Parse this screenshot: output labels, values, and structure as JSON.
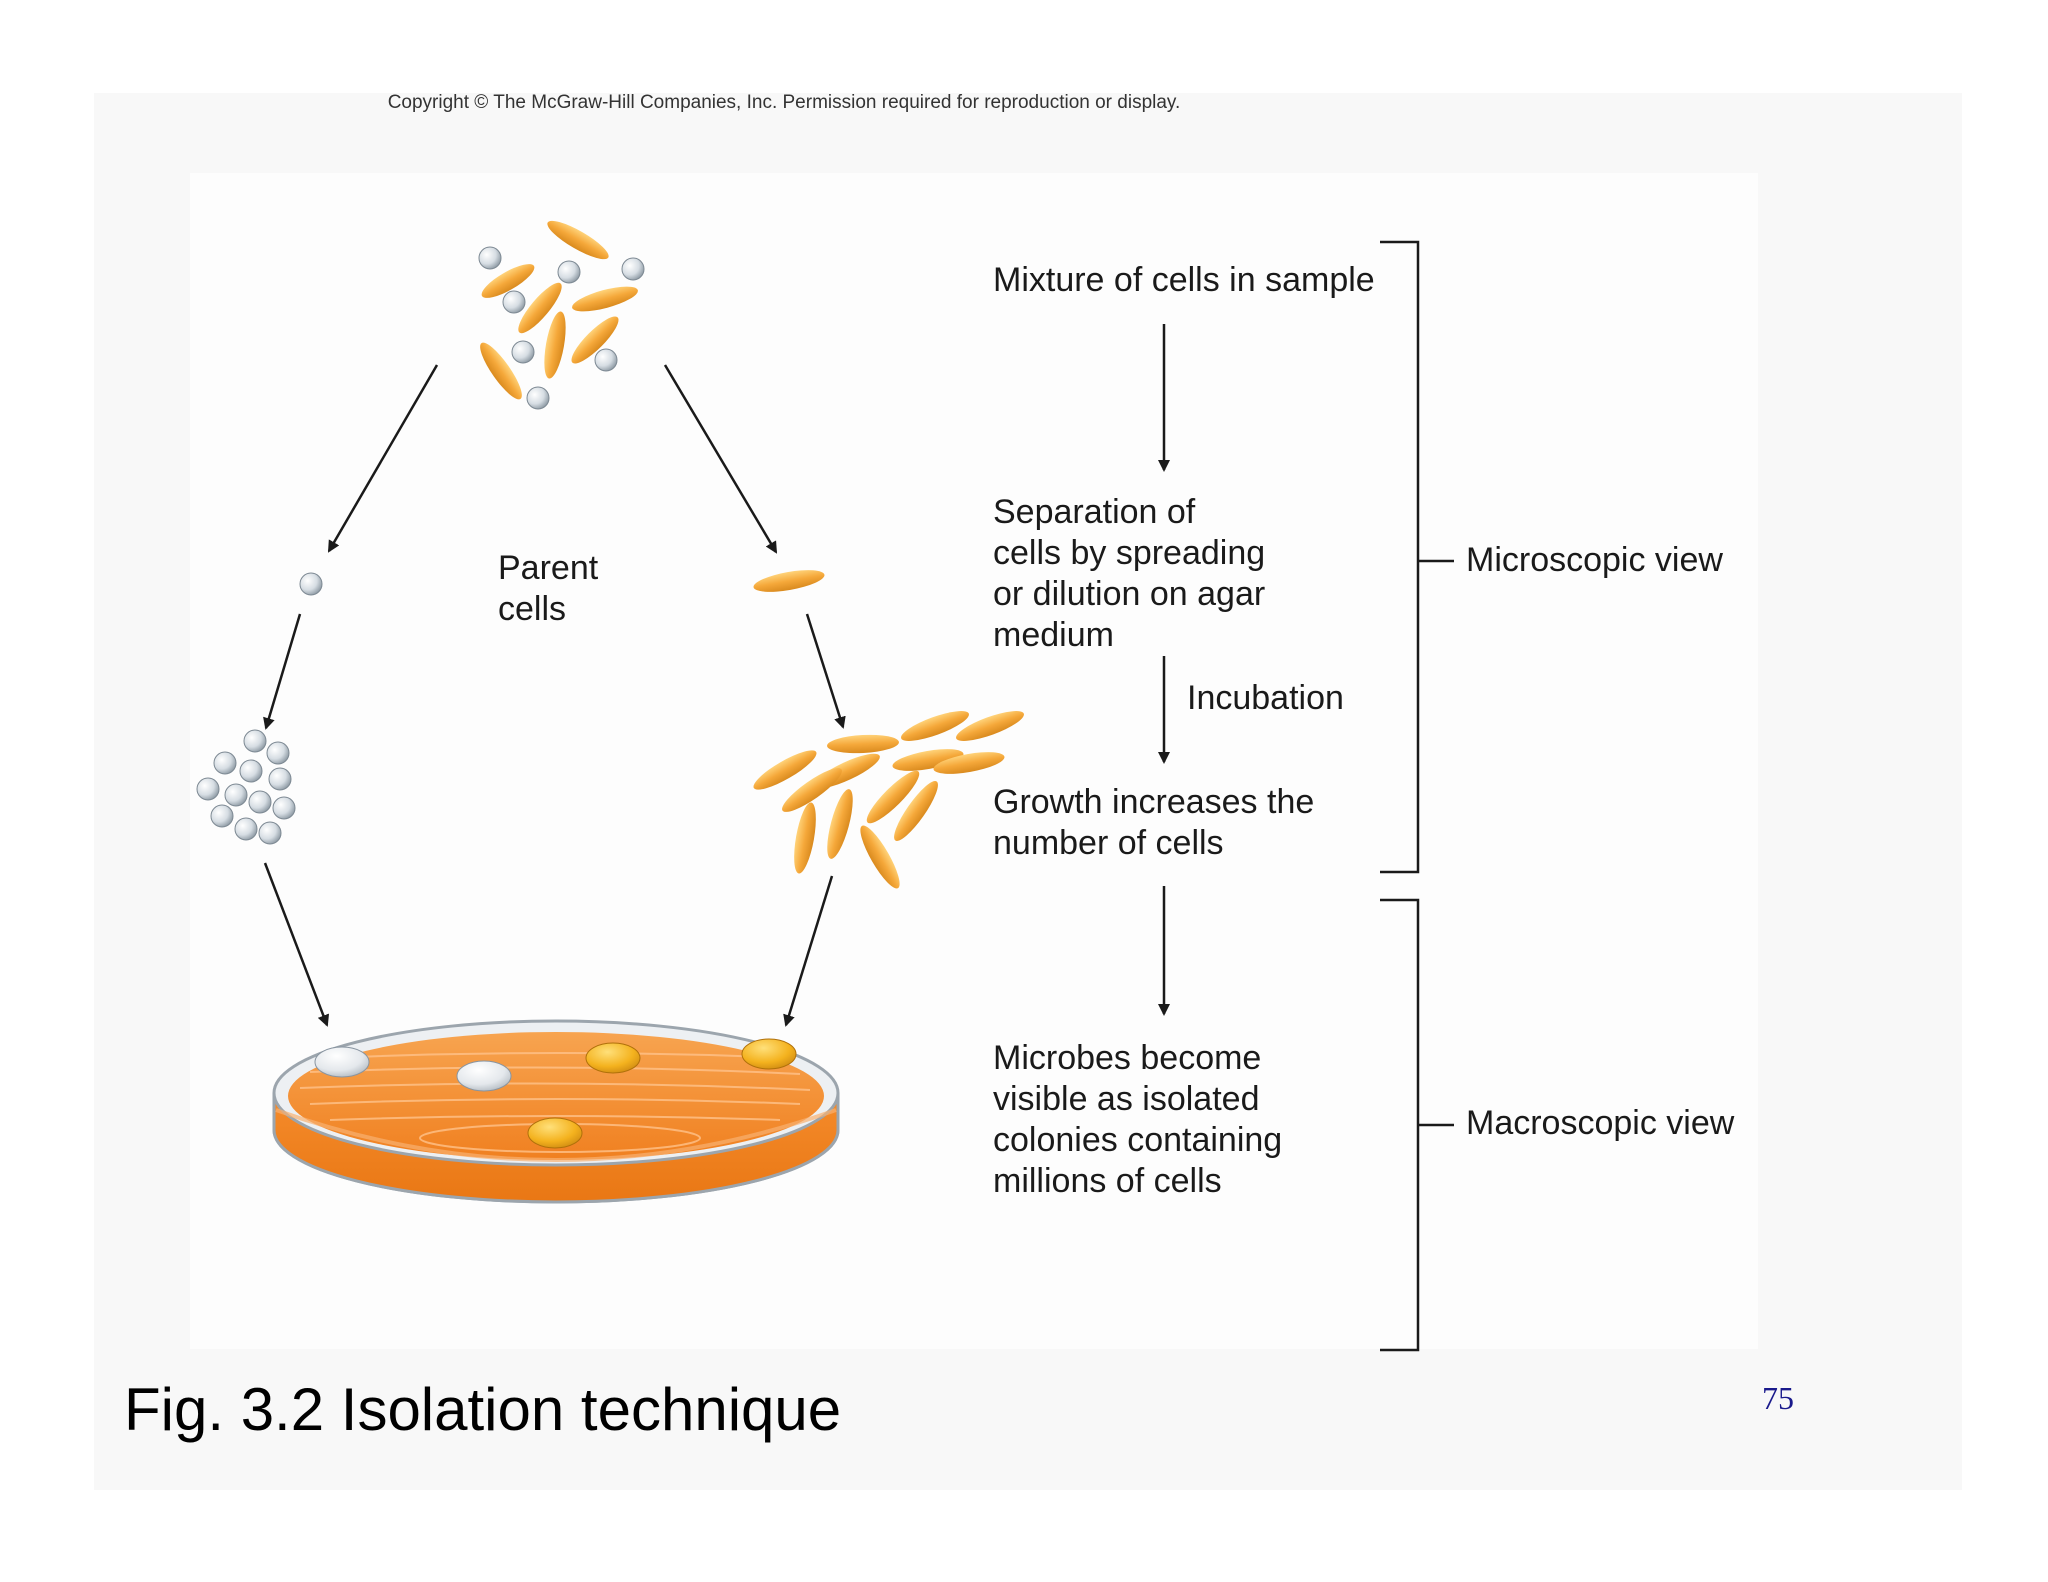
{
  "copyright": "Copyright © The McGraw-Hill Companies, Inc. Permission required for reproduction or display.",
  "labels": {
    "parent_cells_line1": "Parent",
    "parent_cells_line2": "cells",
    "mixture": "Mixture of cells in sample",
    "separation": [
      "Separation of",
      "cells by spreading",
      "or dilution on agar",
      "medium"
    ],
    "incubation": "Incubation",
    "growth": [
      "Growth increases the",
      "number of cells"
    ],
    "microbes": [
      "Microbes become",
      "visible as isolated",
      "colonies containing",
      "millions of cells"
    ],
    "microscopic_view": "Microscopic view",
    "macroscopic_view": "Macroscopic view"
  },
  "caption": "Fig. 3.2 Isolation technique",
  "page_number": "75",
  "colors": {
    "rod_cell": "#f2a93a",
    "coccus_cell": "#c8d2da",
    "agar": "#f28a22",
    "arrow": "#1a1a1a"
  }
}
